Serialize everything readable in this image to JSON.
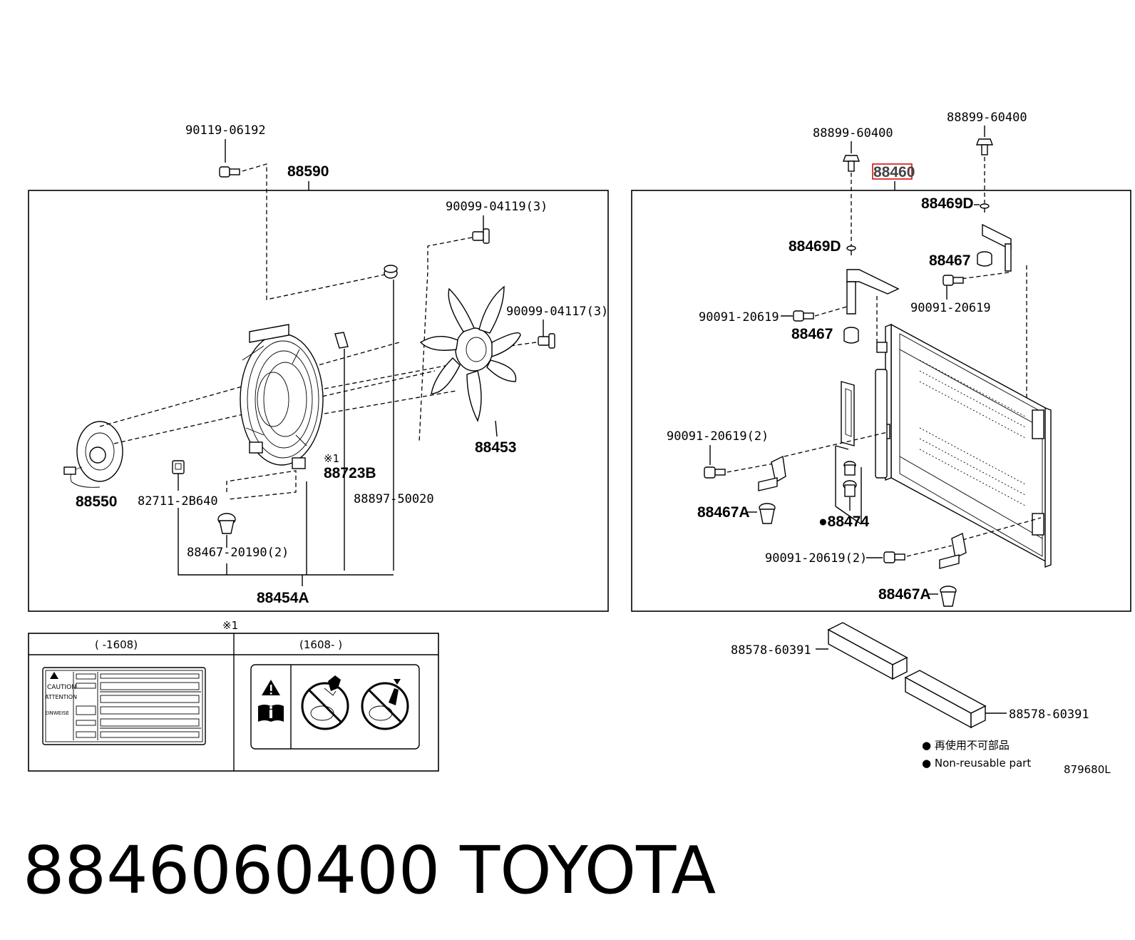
{
  "labels": {
    "p90119": "90119-06192",
    "p88590": "88590",
    "p90099a": "90099-04119(3)",
    "p90099b": "90099-04117(3)",
    "p88453": "88453",
    "p88550": "88550",
    "p82711": "82711-2B640",
    "p88723b_mark": "※1",
    "p88723b": "88723B",
    "p88897": "88897-50020",
    "p88467_20190": "88467-20190(2)",
    "p88454a": "88454A",
    "p88899a": "88899-60400",
    "p88899b": "88899-60400",
    "p88460": "88460",
    "p88469d_a": "88469D",
    "p88469d_b": "88469D",
    "p88467_a": "88467",
    "p88467_b": "88467",
    "p90091_a": "90091-20619",
    "p90091_b": "90091-20619",
    "p90091_c": "90091-20619(2)",
    "p90091_d": "90091-20619(2)",
    "p88467a_a": "88467A",
    "p88467a_b": "88467A",
    "p88474": "●88474",
    "p88578_a": "88578-60391",
    "p88578_b": "88578-60391"
  },
  "table": {
    "mark": "※1",
    "col1": "(    -1608)",
    "col2": "(1608-    )"
  },
  "sticker": {
    "caution": "CAUTION",
    "attention": "ATTENTION",
    "einweise": "EINWEISE"
  },
  "legend": {
    "line1": "● 再使用不可部品",
    "line2": "● Non-reusable part",
    "code": "879680L"
  },
  "footer": {
    "part_number": "8846060400",
    "brand": "TOYOTA"
  },
  "highlight_color": "#d00000"
}
